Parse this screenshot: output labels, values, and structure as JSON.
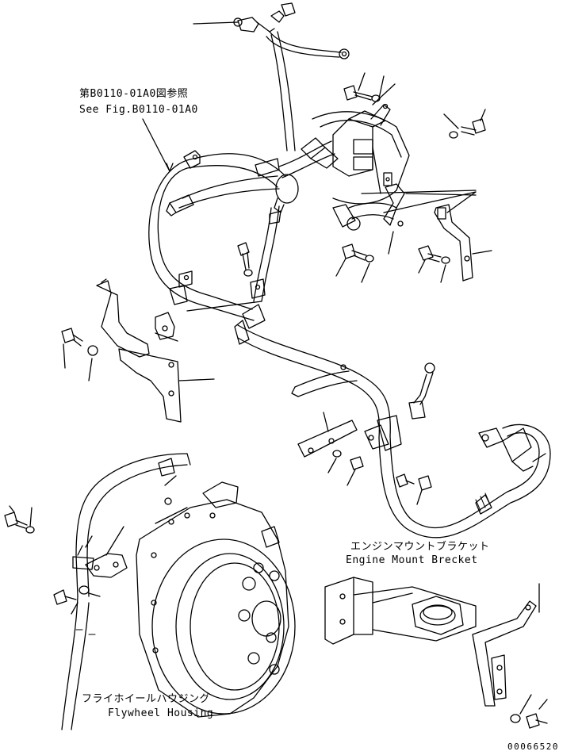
{
  "labels": {
    "reference_jp": "第B0110-01A0図参照",
    "reference_en": "See Fig.B0110-01A0",
    "engine_mount_jp": "エンジンマウントブラケット",
    "engine_mount_en": "Engine Mount Brecket",
    "flywheel_jp": "フライホイールハウジング",
    "flywheel_en": "Flywheel Housing",
    "drawing_number": "00066520"
  },
  "colors": {
    "line": "#000000",
    "background": "#ffffff"
  }
}
